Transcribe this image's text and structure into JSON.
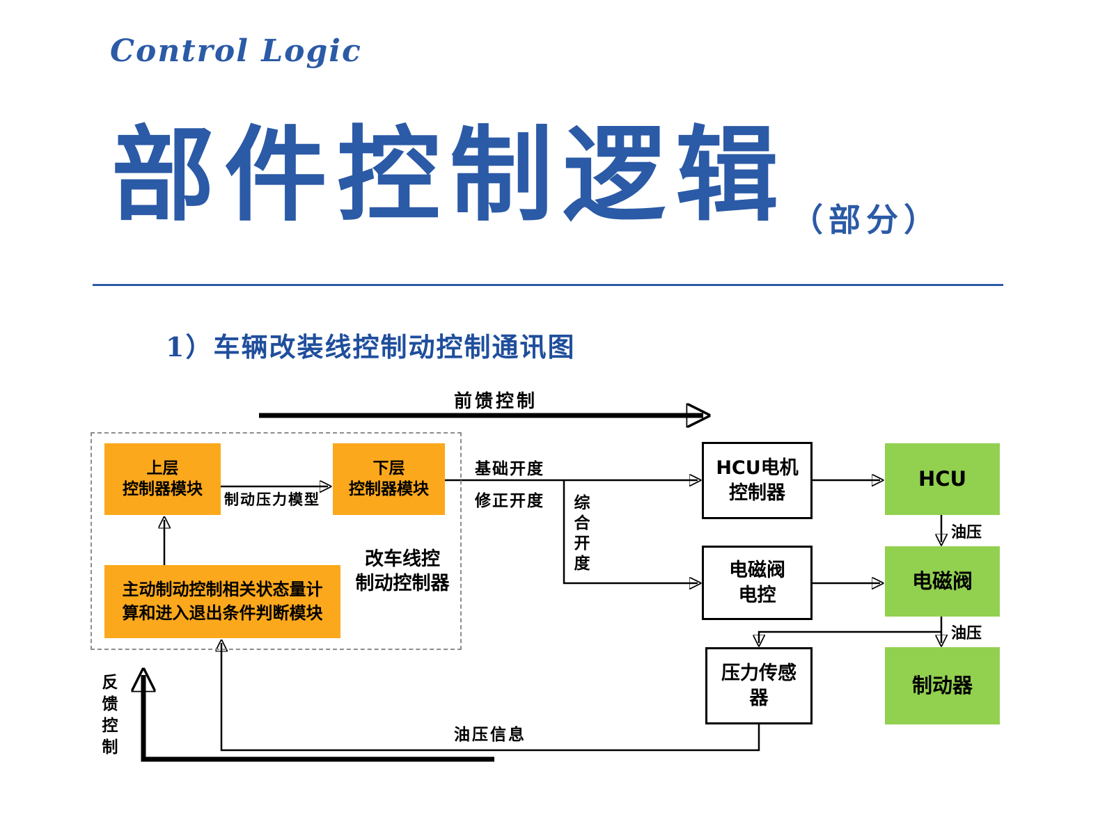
{
  "header": {
    "eyebrow": "Control Logic",
    "title": "部件控制逻辑",
    "title_suffix": "（部分）"
  },
  "section_heading": "1）车辆改装线控制动控制通讯图",
  "diagram": {
    "group_label": "改车线控\n制动控制器",
    "boxes": {
      "upper_controller": "上层\n控制器模块",
      "lower_controller": "下层\n控制器模块",
      "state_module": "主动制动控制相关状态量计\n算和进入退出条件判断模块",
      "hcu_motor_controller": "HCU电机\n控制器",
      "hcu": "HCU",
      "solenoid_valve_control": "电磁阀\n电控",
      "solenoid_valve": "电磁阀",
      "pressure_sensor": "压力传感\n器",
      "brake": "制动器"
    },
    "labels": {
      "feedforward": "前馈控制",
      "feedback": "反馈控制",
      "brake_pressure_model": "制动压力模型",
      "base_opening": "基础开度",
      "corrected_opening": "修正开度",
      "combined_opening": "综合开度",
      "oil_pressure": "油压",
      "oil_pressure_info": "油压信息"
    },
    "colors": {
      "title_blue": "#2B5AA6",
      "box_orange": "#FBA81C",
      "box_green": "#92D050",
      "line_black": "#000000"
    }
  }
}
